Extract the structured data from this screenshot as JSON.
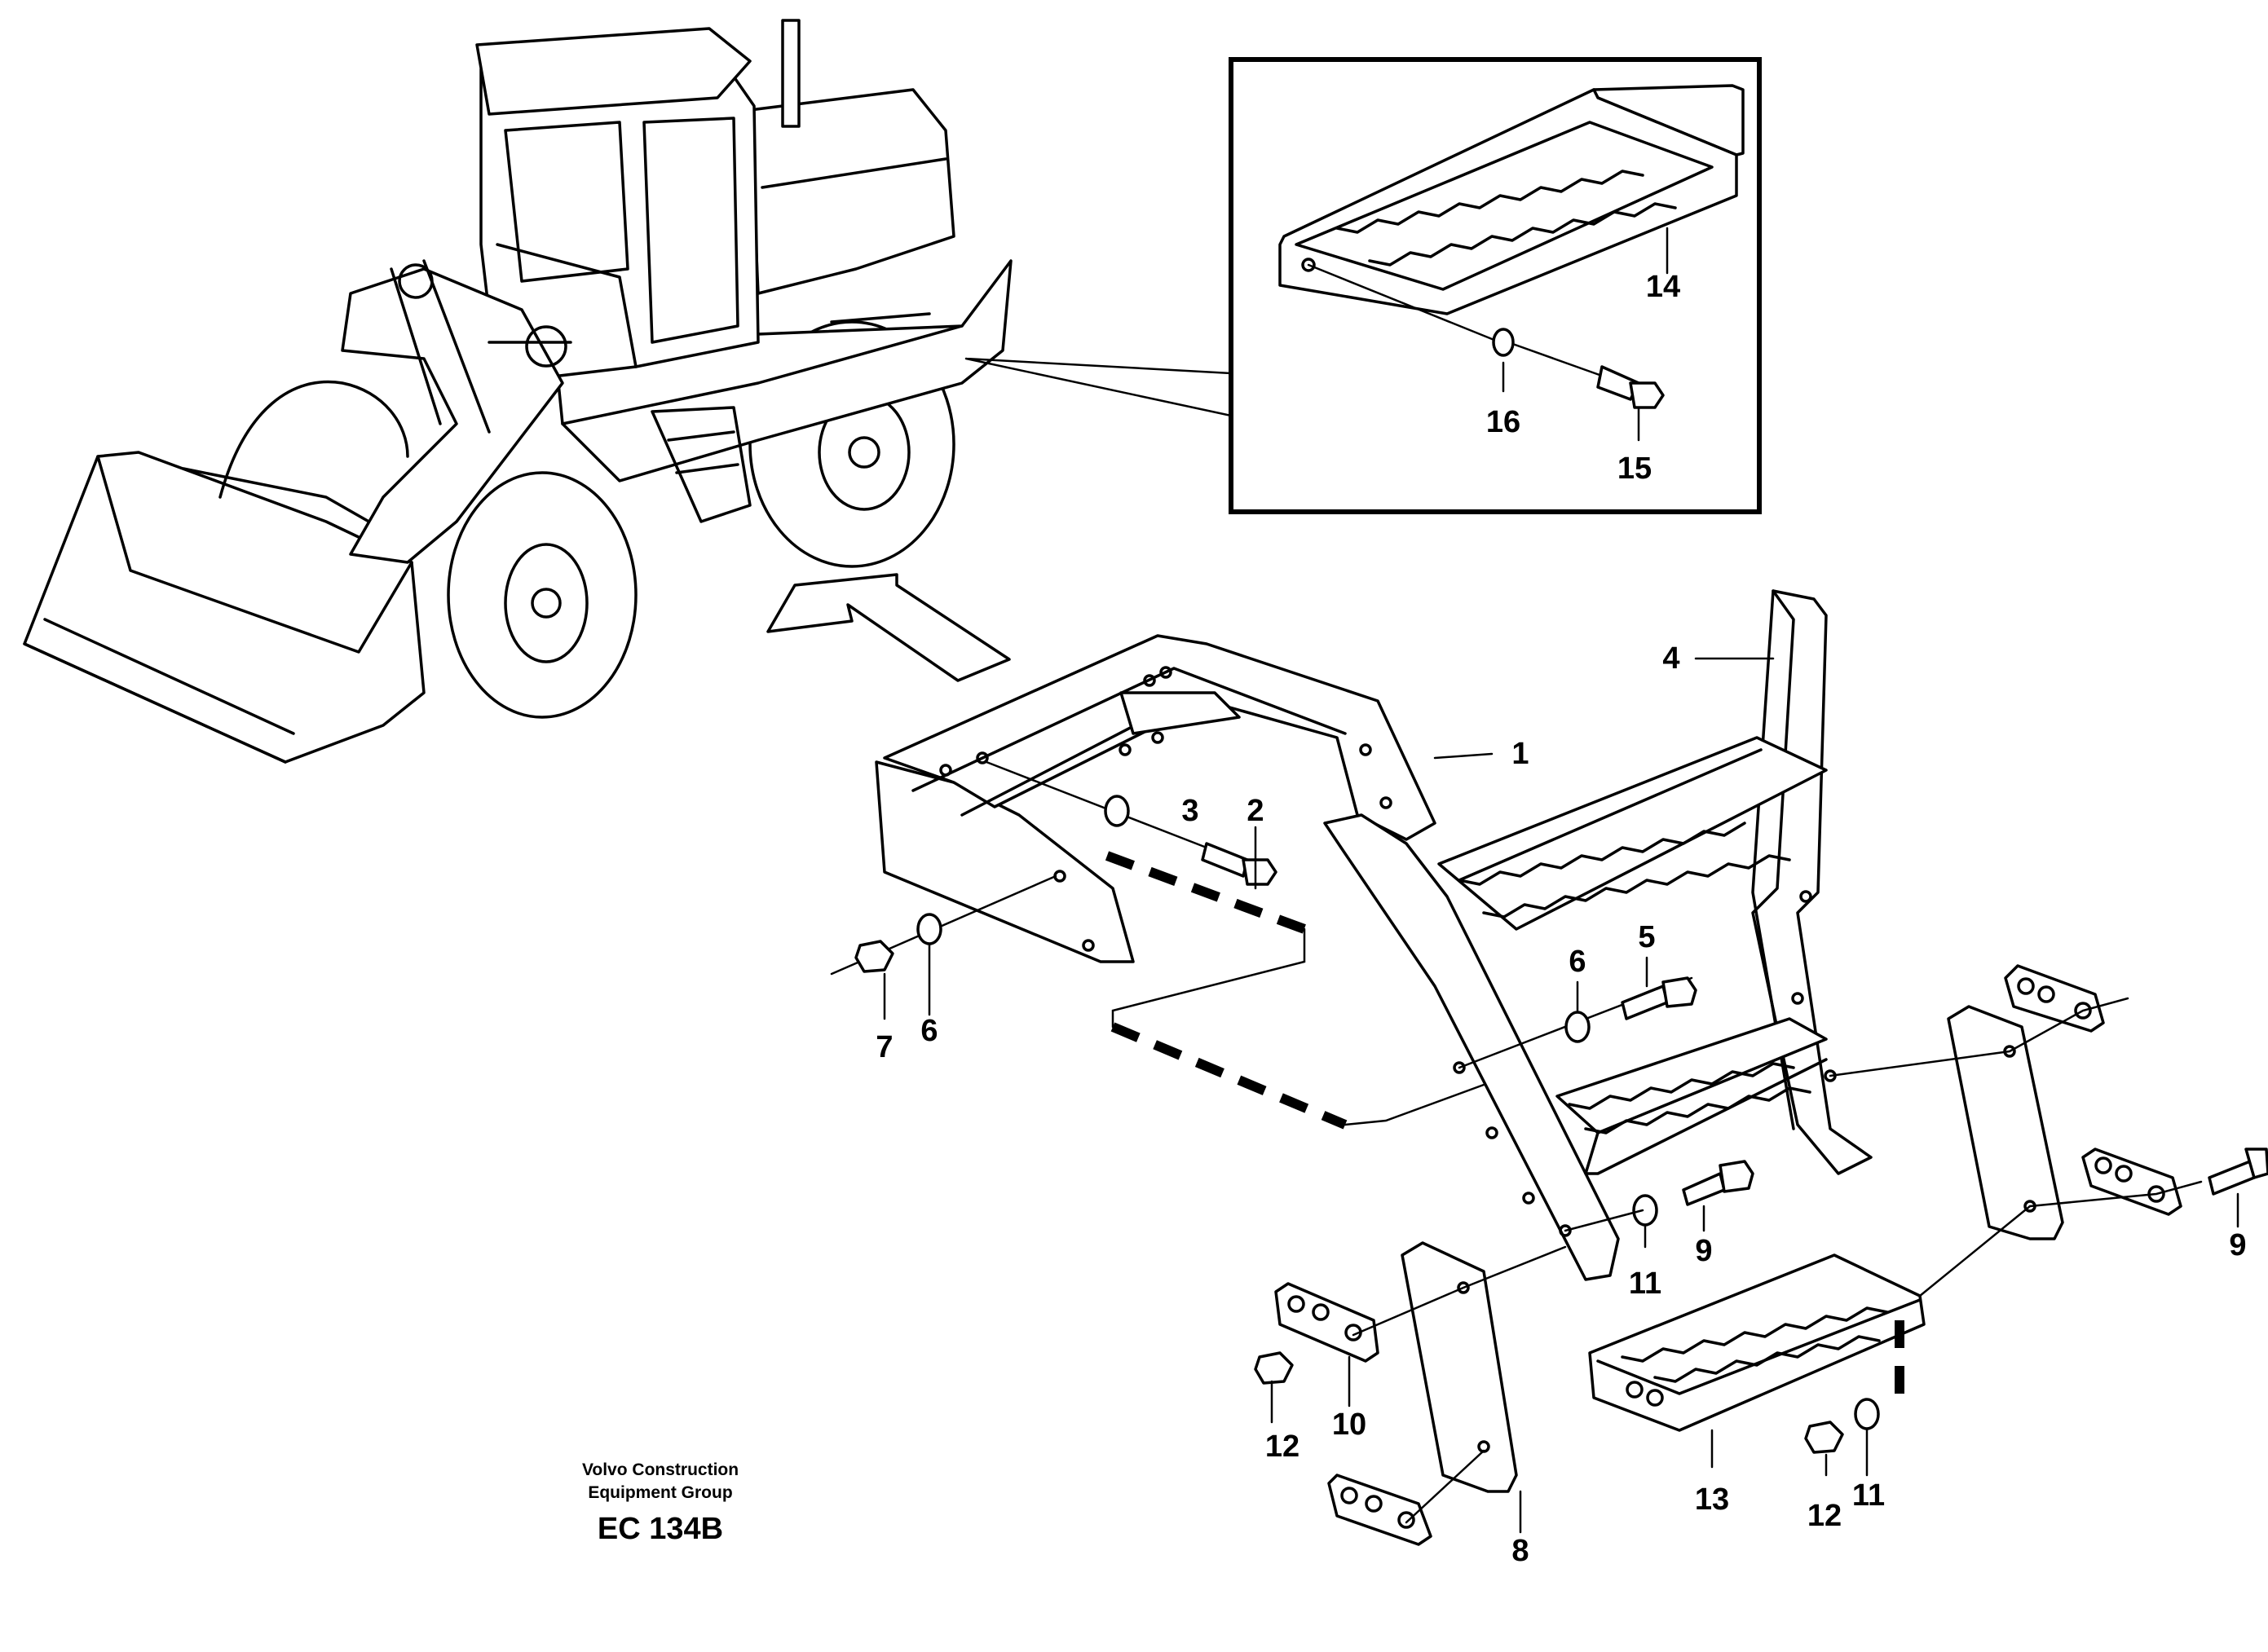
{
  "callouts": [
    {
      "id": "1",
      "text": "1"
    },
    {
      "id": "2",
      "text": "2"
    },
    {
      "id": "3",
      "text": "3"
    },
    {
      "id": "4",
      "text": "4"
    },
    {
      "id": "5",
      "text": "5"
    },
    {
      "id": "6a",
      "text": "6"
    },
    {
      "id": "6b",
      "text": "6"
    },
    {
      "id": "7",
      "text": "7"
    },
    {
      "id": "8",
      "text": "8"
    },
    {
      "id": "9a",
      "text": "9"
    },
    {
      "id": "9b",
      "text": "9"
    },
    {
      "id": "10",
      "text": "10"
    },
    {
      "id": "11a",
      "text": "11"
    },
    {
      "id": "11b",
      "text": "11"
    },
    {
      "id": "12a",
      "text": "12"
    },
    {
      "id": "12b",
      "text": "12"
    },
    {
      "id": "13",
      "text": "13"
    },
    {
      "id": "14",
      "text": "14"
    },
    {
      "id": "15",
      "text": "15"
    },
    {
      "id": "16",
      "text": "16"
    }
  ],
  "footer": {
    "line1": "Volvo Construction",
    "line2": "Equipment Group",
    "code": "EC 134B"
  }
}
